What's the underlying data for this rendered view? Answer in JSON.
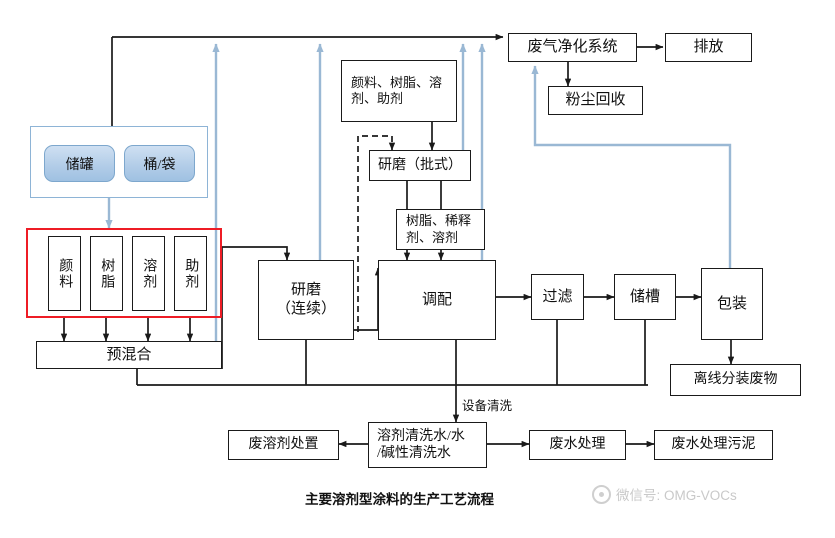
{
  "diagram": {
    "caption": "主要溶剂型涂料的生产工艺流程",
    "colors": {
      "black_line": "#1a1a1a",
      "blue_line": "#9ab8d4",
      "red_highlight": "#ee1c25",
      "group_border": "#8eb4d6",
      "pill_fill": "#b3cde8"
    },
    "storage_group": {
      "pills": [
        {
          "label": "储罐"
        },
        {
          "label": "桶/袋"
        }
      ]
    },
    "raw_materials": [
      {
        "label": "颜料"
      },
      {
        "label": "树脂"
      },
      {
        "label": "溶剂"
      },
      {
        "label": "助剂"
      }
    ],
    "nodes": {
      "premix": "预混合",
      "grind_continuous": "研磨\n（连续）",
      "grind_continuous_l1": "研磨",
      "grind_continuous_l2": "（连续）",
      "grind_batch": "研磨（批式）",
      "blend": "调配",
      "materials_batch": "颜料、树脂、溶剂、助剂",
      "materials_batch_l1": "颜料、树脂、溶",
      "materials_batch_l2": "剂、助剂",
      "resin_thinner": "树脂、稀释剂、溶剂",
      "resin_thinner_l1": "树脂、稀释",
      "resin_thinner_l2": "剂、溶剂",
      "filter": "过滤",
      "storage_tank": "储槽",
      "packaging": "包装",
      "offline_waste": "离线分装废物",
      "waste_gas_system": "废气净化系统",
      "emission": "排放",
      "dust_recovery": "粉尘回收",
      "cleaning_water": "溶剂清洗水/水/碱性清洗水",
      "cleaning_water_l1": "溶剂清洗水/水",
      "cleaning_water_l2": "/碱性清洗水",
      "waste_solvent_disposal": "废溶剂处置",
      "wastewater_treatment": "废水处理",
      "wastewater_sludge": "废水处理污泥"
    },
    "edge_labels": {
      "equipment_cleaning": "设备清洗"
    },
    "watermark": "微信号: OMG-VOCs"
  }
}
